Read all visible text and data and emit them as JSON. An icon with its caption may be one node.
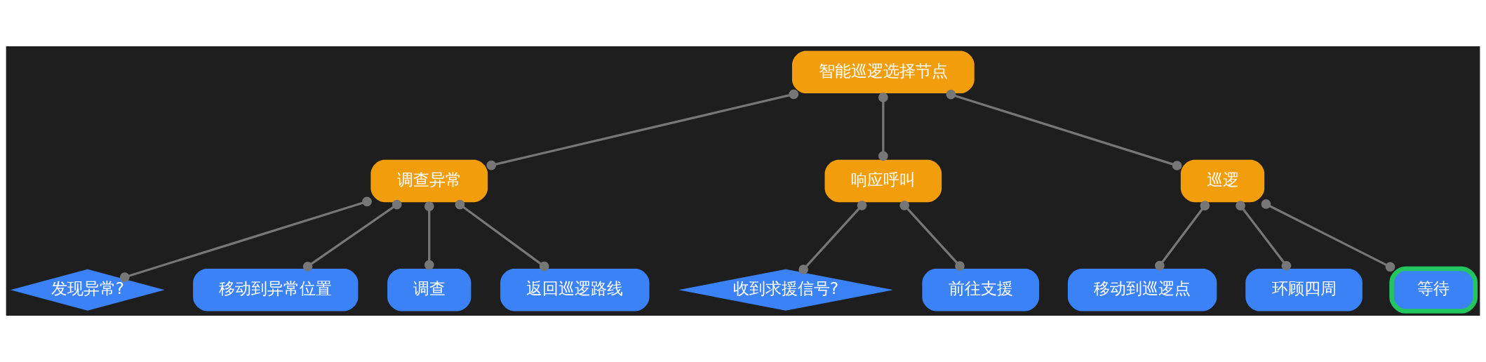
{
  "diagram": {
    "nodes": [
      {
        "text": [
          "智能巡逻选择节点"
        ]
      },
      {
        "text": [
          "调查异常"
        ]
      },
      {
        "text": [
          "响应呼叫"
        ]
      },
      {
        "text": [
          "巡逻"
        ]
      },
      {
        "text": [
          "发现异常?"
        ]
      },
      {
        "text": [
          "移动到异常位置"
        ]
      },
      {
        "text": [
          "调查"
        ]
      },
      {
        "text": [
          "返回巡逻路线"
        ]
      },
      {
        "text": [
          "收到求援信号?"
        ]
      },
      {
        "text": [
          "前往支援"
        ]
      },
      {
        "text": [
          "移动到巡逻点"
        ]
      },
      {
        "text": [
          "环顾四周"
        ]
      },
      {
        "text": [
          "等待"
        ]
      }
    ],
    "edges": [
      {
        "from": 0,
        "to": 1,
        "arrow": "other"
      },
      {
        "from": 0,
        "to": 2,
        "arrow": "other"
      },
      {
        "from": 0,
        "to": 3,
        "arrow": "other"
      },
      {
        "from": 1,
        "to": 4,
        "arrow": "other"
      },
      {
        "from": 1,
        "to": 5,
        "arrow": "other"
      },
      {
        "from": 1,
        "to": 6,
        "arrow": "other"
      },
      {
        "from": 1,
        "to": 7,
        "arrow": "other"
      },
      {
        "from": 2,
        "to": 8,
        "arrow": "other"
      },
      {
        "from": 2,
        "to": 9,
        "arrow": "other"
      },
      {
        "from": 3,
        "to": 10,
        "arrow": "other"
      },
      {
        "from": 3,
        "to": 11,
        "arrow": "other"
      },
      {
        "from": 3,
        "to": 12,
        "arrow": "other"
      }
    ]
  }
}
